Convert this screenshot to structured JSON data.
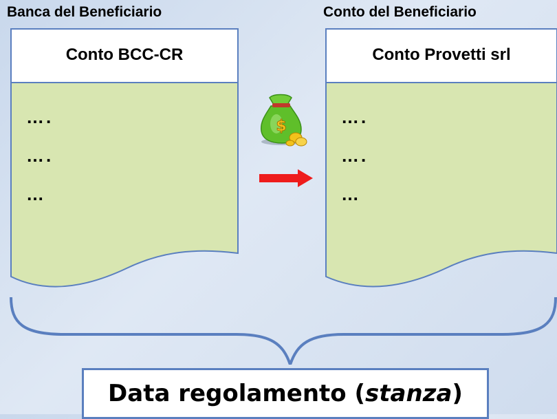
{
  "left_account": {
    "header": "Banca del Beneficiario",
    "title": "Conto BCC-CR",
    "entries": [
      "….",
      "….",
      "…"
    ]
  },
  "right_account": {
    "header": "Conto del Beneficiario",
    "title": "Conto Provetti srl",
    "entries": [
      "….",
      "….",
      "…"
    ]
  },
  "settlement": {
    "text_before": "Data regolamento (",
    "text_italic": "stanza",
    "text_after": ")"
  },
  "icons": {
    "bag": "money-bag-icon",
    "arrow": "arrow-right-icon"
  },
  "colors": {
    "paper_fill": "#d8e6b1",
    "border": "#5a7fbf",
    "arrow": "#ee1c1c",
    "bag": "#5fbf2a"
  }
}
